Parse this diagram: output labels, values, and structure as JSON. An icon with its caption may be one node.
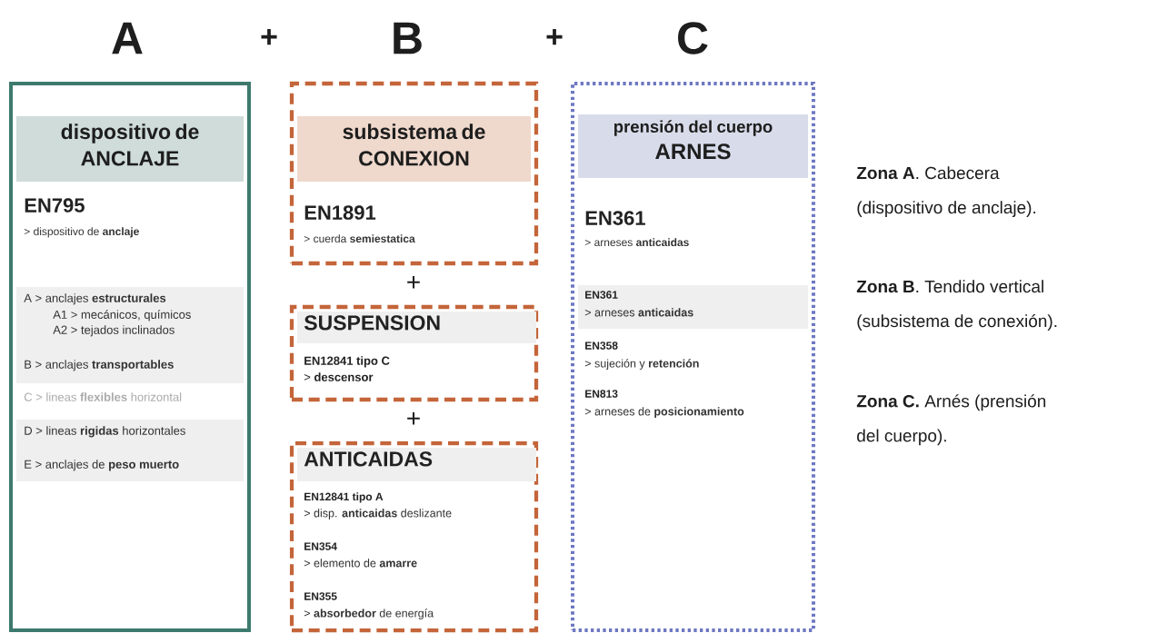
{
  "diagram": {
    "nodes": [
      {
        "text": [
          "EN795",
          "> dispositivo de **anclaje**",
          "C > lineas **flexibles** horizontal"
        ]
      },
      {
        "text": [
          "dispositivo de",
          "ANCLAJE"
        ],
        "in": 0
      },
      {
        "text": [
          "A > anclajes **estructurales**",
          "A1 > mecánicos, químicos",
          "A2 > tejados inclinados",
          "B > anclajes **transportables**"
        ],
        "in": 0
      },
      {
        "text": [
          "D > lineas **rigidas** horizontales",
          "E > anclajes de **peso muerto**"
        ],
        "in": 0
      },
      {
        "text": [
          "EN1891",
          "> cuerda **semiestatica**"
        ]
      },
      {
        "text": [
          "subsistema de",
          "CONEXION"
        ],
        "in": 4
      },
      {
        "text": [
          "EN12841 tipo C",
          "> **descensor**"
        ]
      },
      {
        "text": [
          "SUSPENSION"
        ],
        "in": 6
      },
      {
        "text": [
          "EN12841 tipo A",
          "> disp. **anticaidas** deslizante",
          "EN354",
          "> elemento de **amarre**",
          "EN355",
          "> **absorbedor** de energía"
        ]
      },
      {
        "text": [
          "ANTICAIDAS"
        ],
        "in": 8
      },
      {
        "text": [
          "EN361",
          "> arneses **anticaidas**",
          "EN358",
          "> sujeción y **retención**",
          "EN813",
          "> arneses de **posicionamiento**"
        ]
      },
      {
        "text": [
          "prensión del cuerpo",
          "ARNES"
        ],
        "in": 10
      },
      {
        "text": [
          "EN361",
          "> arneses **anticaidas**"
        ],
        "in": 10
      }
    ],
    "labels": [
      "A",
      "+",
      "B",
      "+",
      "C",
      "+",
      "+",
      "**Zona A**. Cabecera (dispositivo de anclaje).",
      "**Zona B**. Tendido vertical (subsistema de conexión).",
      "**Zona C.** Arnés (prensión del cuerpo)."
    ]
  }
}
